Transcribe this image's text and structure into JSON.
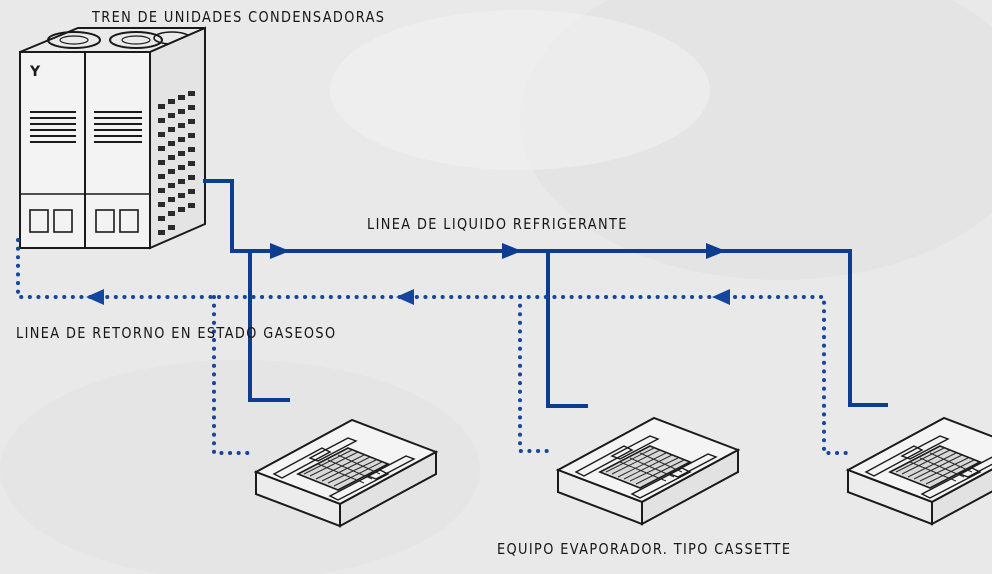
{
  "labels": {
    "condenser_train": "TREN DE UNIDADES CONDENSADORAS",
    "liquid_line": "LINEA DE LIQUIDO REFRIGERANTE",
    "return_line": "LINEA DE RETORNO EN ESTADO GASEOSO",
    "evaporator": "EQUIPO EVAPORADOR. TIPO CASSETTE"
  },
  "colors": {
    "liquid_line": "#0b3d91",
    "return_line": "#1446a0",
    "drawing_stroke": "#1a1a1a",
    "background": "#e9e9e9"
  },
  "icons": {
    "condenser": "vrf-condenser-unit-icon",
    "cassette": "ceiling-cassette-unit-icon"
  },
  "cassette_unit_count": 3
}
